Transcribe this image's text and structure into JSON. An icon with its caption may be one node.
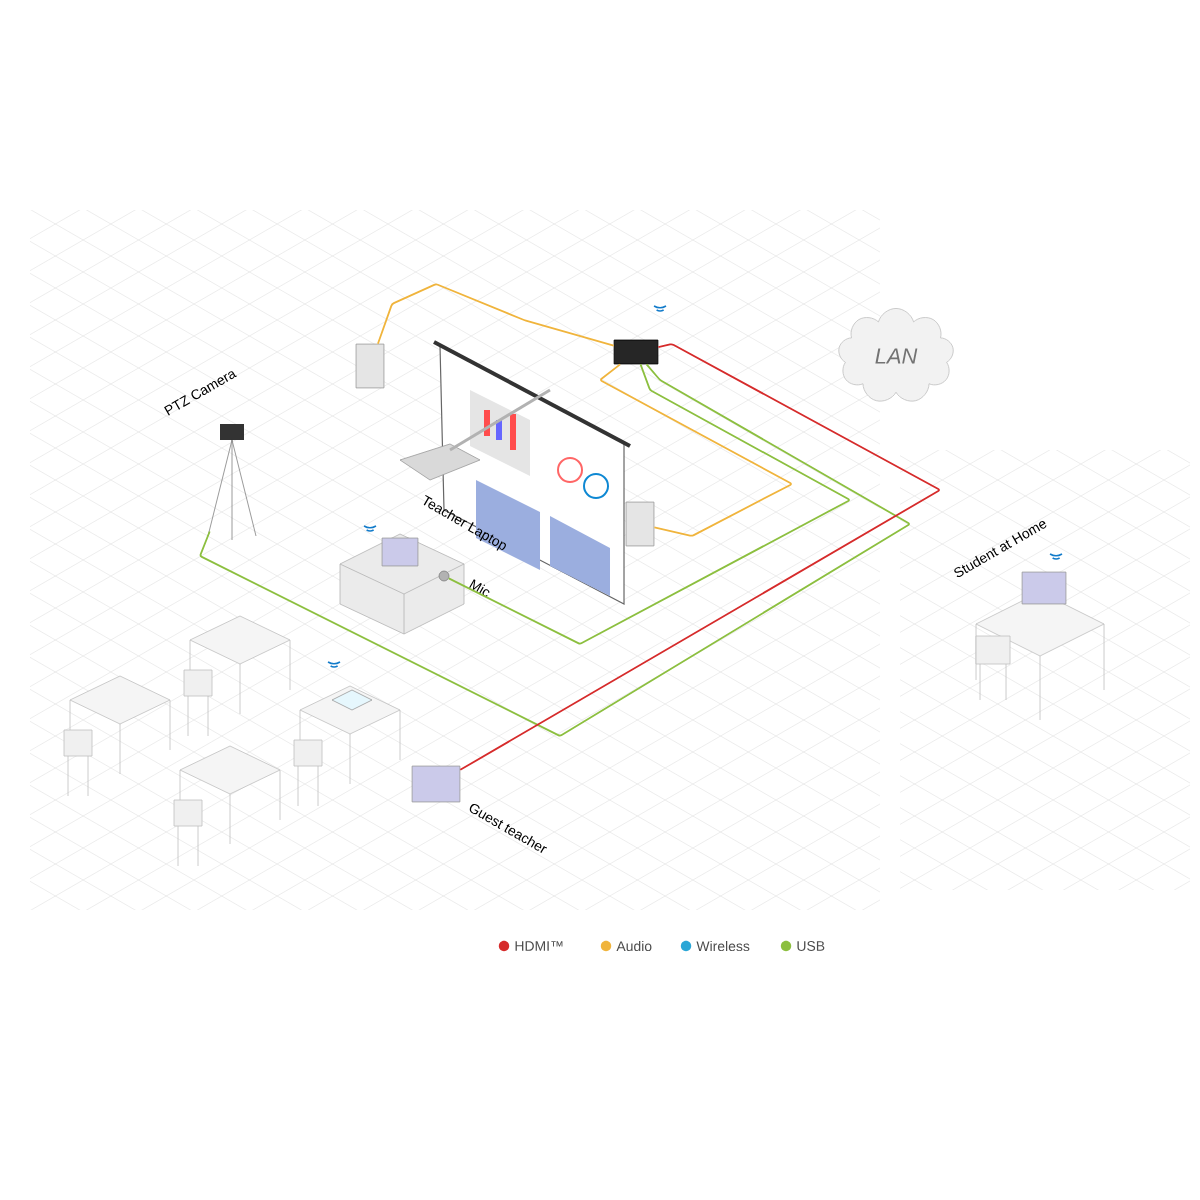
{
  "diagram": {
    "nodes": [
      {
        "text": [],
        "shape": "box"
      },
      {
        "text": [],
        "shape": "box"
      },
      {
        "text": [],
        "shape": "box"
      },
      {
        "text": [
          "PTZ Camera"
        ]
      },
      {
        "text": [
          "Teacher Laptop"
        ]
      },
      {
        "text": [
          "Mic"
        ]
      },
      {
        "text": [
          "Guest teacher"
        ]
      },
      {
        "text": [
          "Student at Home"
        ]
      },
      {
        "text": [
          "LAN"
        ]
      }
    ],
    "edges": [
      {
        "from": 0,
        "to": 1,
        "arrow": "none",
        "color": "#f0b43c"
      },
      {
        "from": 0,
        "to": 2,
        "arrow": "none",
        "color": "#f0b43c"
      },
      {
        "from": 0,
        "to": 3,
        "arrow": "none",
        "color": "#8cbf3f"
      },
      {
        "from": 0,
        "to": 5,
        "arrow": "none",
        "color": "#8cbf3f"
      },
      {
        "from": 0,
        "to": 6,
        "arrow": "none",
        "color": "#d62b2b"
      }
    ],
    "legend": [
      {
        "text": "HDMI™",
        "color": "#d62b2b"
      },
      {
        "text": "Audio",
        "color": "#f0b43c"
      },
      {
        "text": "Wireless",
        "color": "#2aa6d6"
      },
      {
        "text": "USB",
        "color": "#8cbf3f"
      }
    ]
  }
}
